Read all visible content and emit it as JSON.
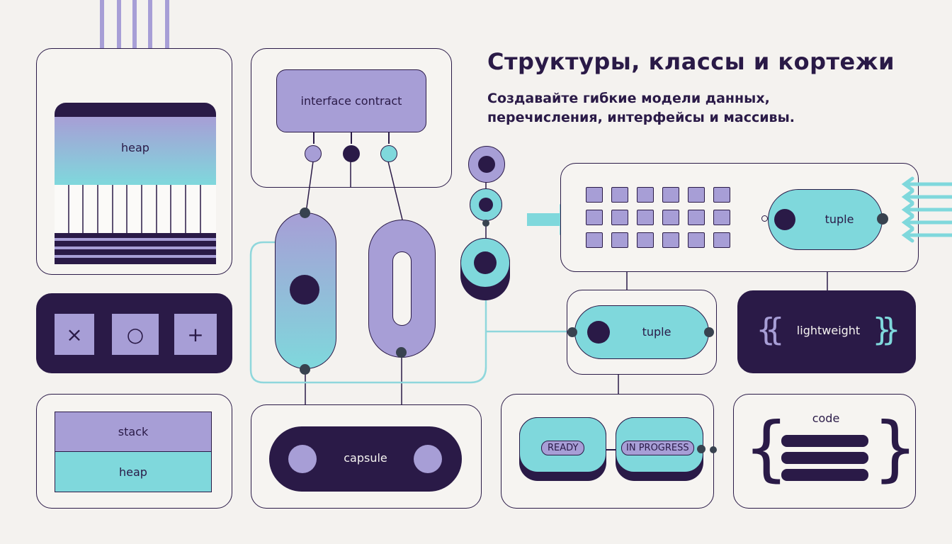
{
  "header": {
    "title": "Структуры, классы и кортежи",
    "subtitle_line1": "Создавайте гибкие модели данных,",
    "subtitle_line2": "перечисления, интерфейсы и массивы."
  },
  "memory_panel": {
    "heap_label": "heap"
  },
  "symbols_panel": {
    "symbols": [
      "×",
      "○",
      "+"
    ]
  },
  "stack_panel": {
    "stack_label": "stack",
    "heap_label": "heap"
  },
  "interface_panel": {
    "contract_label": "interface contract"
  },
  "capsule_panel": {
    "capsule_label": "capsule"
  },
  "tuple_grid_panel": {
    "tuple_label": "tuple"
  },
  "tuple_mid_panel": {
    "tuple_label": "tuple"
  },
  "lightweight_panel": {
    "label": "lightweight",
    "open_brace": "{{",
    "close_brace": "}}"
  },
  "status_panel": {
    "ready_label": "READY",
    "progress_label": "IN PROGRESS"
  },
  "code_panel": {
    "label": "code",
    "open_brace": "{",
    "close_brace": "}"
  },
  "colors": {
    "navy": "#2a1a47",
    "lavender": "#a79ed6",
    "cyan": "#7fd8dc",
    "background": "#f4f2ef"
  }
}
